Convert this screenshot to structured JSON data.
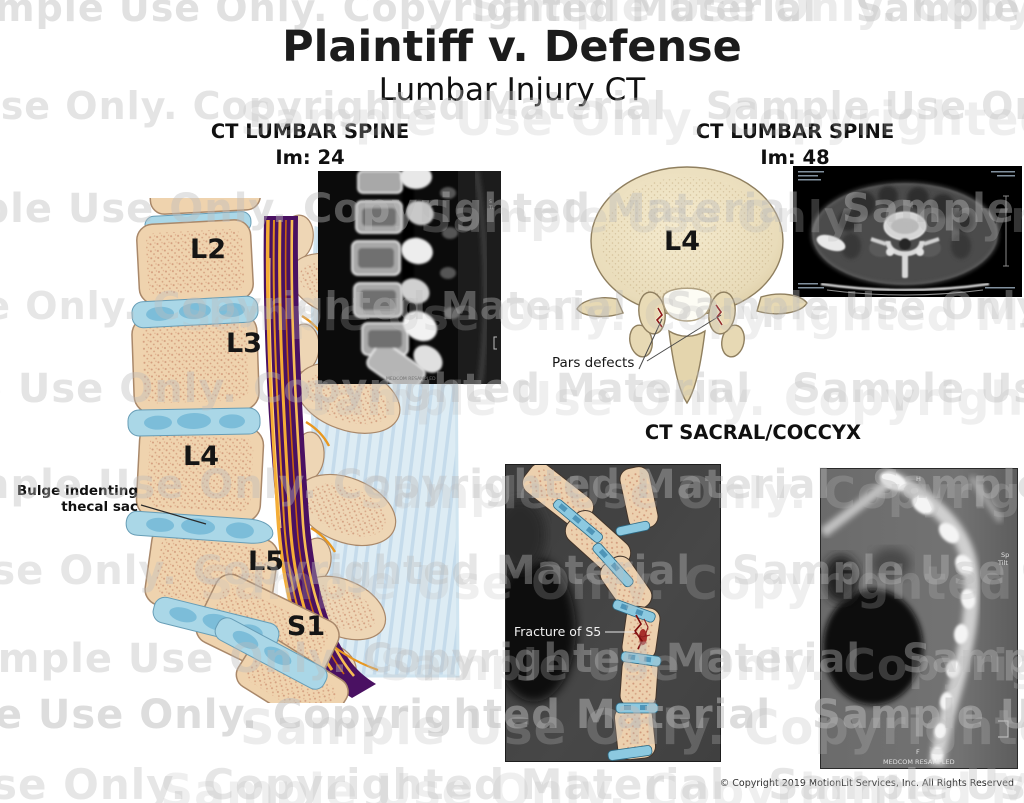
{
  "watermark": {
    "text": "Sample Use Only. Copyrighted Material"
  },
  "title": {
    "main": "Plaintiff v. Defense",
    "subtitle": "Lumbar Injury CT"
  },
  "panels": {
    "sagittal": {
      "heading": "CT LUMBAR SPINE",
      "image_label": "Im: 24",
      "vertebrae": [
        "L2",
        "L3",
        "L4",
        "L5",
        "S1"
      ],
      "annotation": "Bulge indenting thecal sac"
    },
    "axial": {
      "heading": "CT LUMBAR SPINE",
      "image_label": "Im: 48",
      "vertebra": "L4",
      "annotation": "Pars defects"
    },
    "sacral": {
      "heading": "CT SACRAL/COCCYX",
      "annotation": "Fracture of S5",
      "ct_labels": {
        "orientation_top": "H",
        "orientation_bottom": "F",
        "side_line1": "Sp",
        "side_line2": "Tilt",
        "footer": "MEDCOM RESAMPLED"
      }
    }
  },
  "footer": {
    "copyright": "© Copyright 2019 MotionLit Services, Inc. All Rights Reserved"
  },
  "colors": {
    "bone": "#eed4b0",
    "disc": "#aad7e7",
    "thecal_sac": "#4a1162",
    "nerve": "#f4ad36",
    "fracture": "#8e1616",
    "watermark_gray": "#e4e4e4"
  }
}
